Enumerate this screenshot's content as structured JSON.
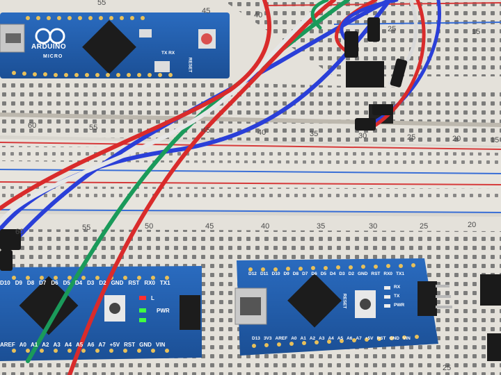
{
  "breadboard_top": {
    "row_numbers_top": [
      "55",
      "45",
      "40",
      "25",
      "15"
    ],
    "row_numbers_bottom": [
      "60",
      "55",
      "45",
      "40",
      "35",
      "30",
      "25",
      "20",
      "15"
    ]
  },
  "breadboard_bottom": {
    "row_numbers": [
      "60",
      "55",
      "50",
      "45",
      "40",
      "35",
      "30",
      "25",
      "20"
    ],
    "row_number_bottom_right": "25"
  },
  "arduino_micro": {
    "brand": "ARDUINO",
    "model": "MICRO",
    "led_labels": "TX RX",
    "button_label": "RESET"
  },
  "nano_left": {
    "header_top": [
      "D10",
      "D9",
      "D8",
      "D7",
      "D6",
      "D5",
      "D4",
      "D3",
      "D2",
      "GND",
      "RST",
      "RX0",
      "TX1"
    ],
    "header_bottom": [
      "AREF",
      "A0",
      "A1",
      "A2",
      "A3",
      "A4",
      "A5",
      "A6",
      "A7",
      "+5V",
      "RST",
      "GND",
      "VIN"
    ],
    "led_labels": [
      "L",
      "PWR"
    ]
  },
  "nano_right": {
    "header_top": [
      "D12",
      "D11",
      "D10",
      "D9",
      "D8",
      "D7",
      "D6",
      "D5",
      "D4",
      "D3",
      "D2",
      "GND",
      "RST",
      "RX0",
      "TX1"
    ],
    "header_bottom": [
      "D13",
      "3V3",
      "AREF",
      "A0",
      "A1",
      "A2",
      "A3",
      "A4",
      "A5",
      "A6",
      "A7",
      "+5V",
      "RST",
      "GND",
      "VIN"
    ],
    "led_labels": [
      "RX",
      "TX",
      "PWR"
    ],
    "button_label": "RESET"
  },
  "colors": {
    "breadboard": "#e8e5de",
    "rail_red": "#d63a3a",
    "rail_blue": "#3a6fd6",
    "pcb_blue": "#1f5fae",
    "wire_red": "#d92b2b",
    "wire_blue": "#2a3fd8",
    "wire_green": "#1a9a5a",
    "wire_white": "#e6e6e6",
    "led_red": "#ff3030",
    "led_green": "#40ff40"
  }
}
